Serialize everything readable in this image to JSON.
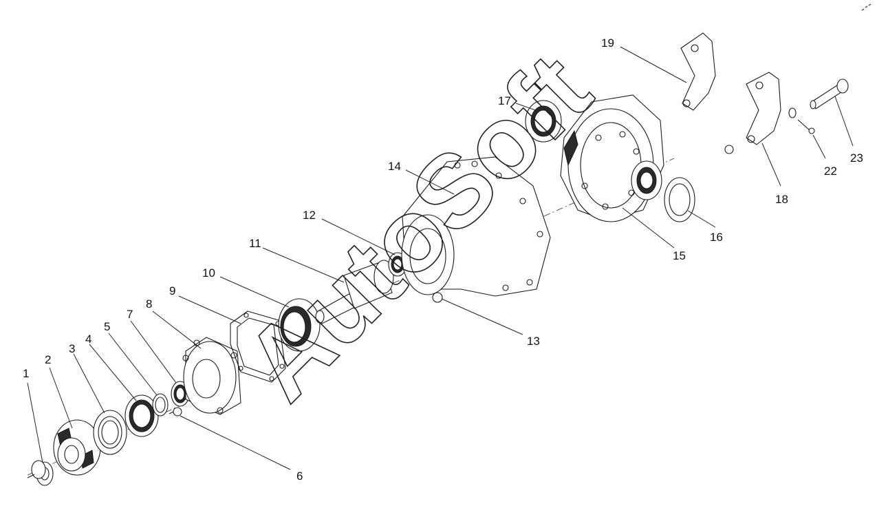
{
  "diagram": {
    "watermark": "AutoSoft",
    "callouts": [
      {
        "id": "c1",
        "label": "1"
      },
      {
        "id": "c2",
        "label": "2"
      },
      {
        "id": "c3",
        "label": "3"
      },
      {
        "id": "c4",
        "label": "4"
      },
      {
        "id": "c5",
        "label": "5"
      },
      {
        "id": "c6",
        "label": "6"
      },
      {
        "id": "c7",
        "label": "7"
      },
      {
        "id": "c8",
        "label": "8"
      },
      {
        "id": "c9",
        "label": "9"
      },
      {
        "id": "c10",
        "label": "10"
      },
      {
        "id": "c11",
        "label": "11"
      },
      {
        "id": "c12",
        "label": "12"
      },
      {
        "id": "c13",
        "label": "13"
      },
      {
        "id": "c14",
        "label": "14"
      },
      {
        "id": "c15",
        "label": "15"
      },
      {
        "id": "c16",
        "label": "16"
      },
      {
        "id": "c17",
        "label": "17"
      },
      {
        "id": "c18",
        "label": "18"
      },
      {
        "id": "c19",
        "label": "19"
      },
      {
        "id": "c22",
        "label": "22"
      },
      {
        "id": "c23",
        "label": "23"
      }
    ]
  }
}
